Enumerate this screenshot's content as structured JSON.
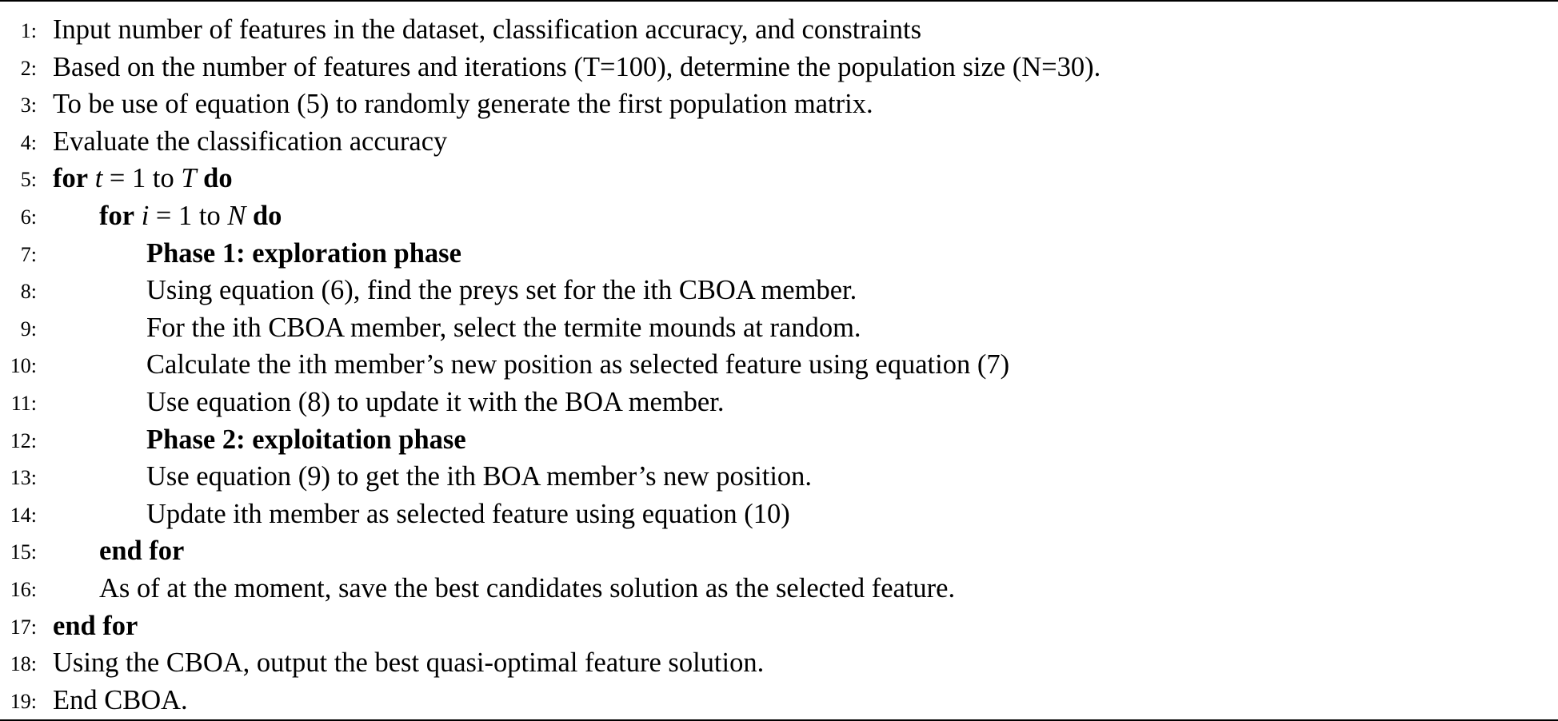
{
  "algorithm": {
    "lines": [
      {
        "num": "1:",
        "text": "Input number of features in the dataset, classification accuracy, and constraints"
      },
      {
        "num": "2:",
        "text": "Based on the number of features and iterations (T=100), determine the population size (N=30)."
      },
      {
        "num": "3:",
        "text": "To be use of equation (5) to randomly generate the first population matrix."
      },
      {
        "num": "4:",
        "text": "Evaluate the classification accuracy"
      },
      {
        "num": "5:",
        "kw_start": "for",
        "var": "t",
        "eq": " = 1 to ",
        "bound": "T",
        "kw_end": "do"
      },
      {
        "num": "6:",
        "kw_start": "for",
        "var": "i",
        "eq": " = 1 to ",
        "bound": "N",
        "kw_end": "do"
      },
      {
        "num": "7:",
        "text": "Phase 1: exploration phase"
      },
      {
        "num": "8:",
        "text": "Using equation (6), find the preys set for the ith CBOA member."
      },
      {
        "num": "9:",
        "text": "For the ith CBOA member, select the termite mounds at random."
      },
      {
        "num": "10:",
        "text": "Calculate the ith member’s new position as selected feature using equation (7)"
      },
      {
        "num": "11:",
        "text": "Use equation (8) to update it with the BOA member."
      },
      {
        "num": "12:",
        "text": "Phase 2: exploitation phase"
      },
      {
        "num": "13:",
        "text": "Use equation (9) to get the ith BOA member’s new position."
      },
      {
        "num": "14:",
        "text": "Update ith member as selected feature using equation (10)"
      },
      {
        "num": "15:",
        "text": "end for"
      },
      {
        "num": "16:",
        "text": "As of at the moment, save the best candidates solution as the selected feature."
      },
      {
        "num": "17:",
        "text": "end for"
      },
      {
        "num": "18:",
        "text": "Using the CBOA, output the best quasi-optimal feature solution."
      },
      {
        "num": "19:",
        "text": "End CBOA."
      }
    ]
  }
}
